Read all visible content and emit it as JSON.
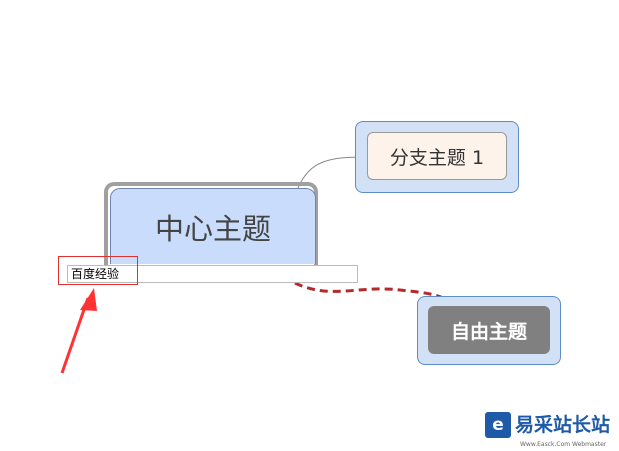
{
  "central_topic": "中心主题",
  "branch_topic": "分支主题 1",
  "floating_topic": "自由主题",
  "edit_input_value": "百度经验",
  "watermark": {
    "name": "易采站长站",
    "sub": "Www.Easck.Com Webmaster",
    "icon": "e"
  },
  "colors": {
    "arrow": "#b22a2a",
    "annotation": "#ff3333"
  }
}
